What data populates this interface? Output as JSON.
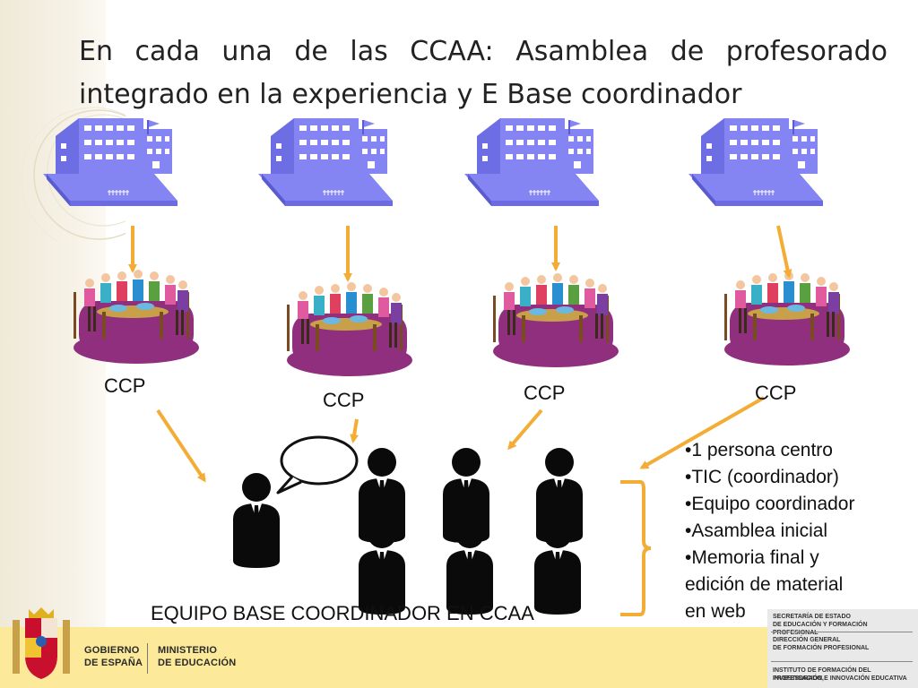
{
  "slide": {
    "title": "En cada una de las CCAA: Asamblea de profesorado integrado en la experiencia y E Base coordinador"
  },
  "colors": {
    "school": "#8484f2",
    "arrow": "#f3ad36",
    "bracket": "#f3ad36",
    "rug": "#8f2f7e",
    "footer_band": "#fde99a"
  },
  "icons": {
    "school": "school-building-icon",
    "meeting": "teacher-meeting-icon",
    "person": "person-silhouette-icon",
    "speech": "speech-bubble-icon",
    "shield": "coat-of-arms-icon"
  },
  "groups": [
    {
      "ccp_label": "CCP"
    },
    {
      "ccp_label": "CCP"
    },
    {
      "ccp_label": "CCP"
    },
    {
      "ccp_label": "CCP"
    }
  ],
  "bullets": [
    "•1  persona  centro",
    "•TIC (coordinador)",
    "•Equipo coordinador",
    "•Asamblea inicial",
    "•Memoria final y",
    "edición de material",
    "en web"
  ],
  "team_caption": "EQUIPO BASE COORDINADOR EN CCAA",
  "footer": {
    "gov_1": "GOBIERNO",
    "gov_2": "DE ESPAÑA",
    "min_1": "MINISTERIO",
    "min_2": "DE EDUCACIÓN",
    "inst_1": "SECRETARÍA DE ESTADO",
    "inst_2": "DE EDUCACIÓN Y FORMACIÓN PROFESIONAL",
    "inst_3": "DIRECCIÓN GENERAL",
    "inst_4": "DE FORMACIÓN PROFESIONAL",
    "inst_5": "INSTITUTO DE FORMACIÓN DEL PROFESORADO,",
    "inst_6": "INVESTIGACIÓN E INNOVACIÓN EDUCATIVA"
  }
}
